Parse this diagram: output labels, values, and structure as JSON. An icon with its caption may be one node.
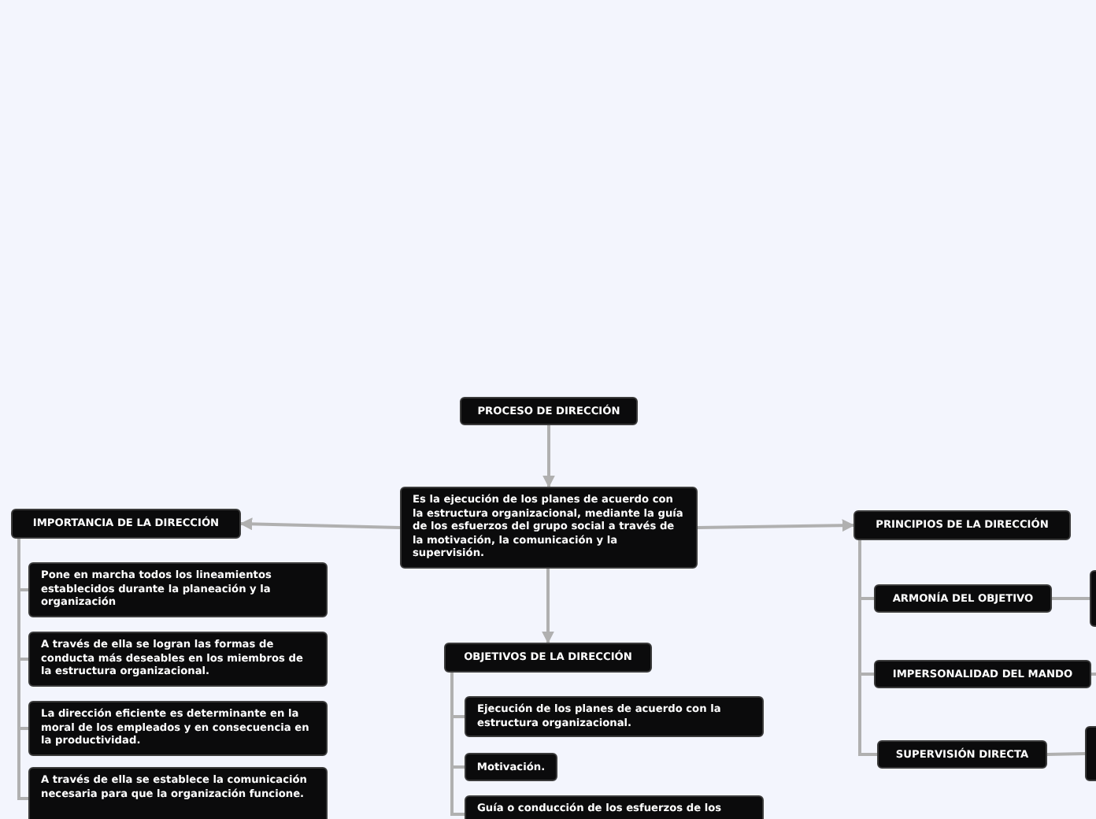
{
  "diagram": {
    "nodes": [
      {
        "text": [
          "PROCESO DE DIRECCIÓN"
        ]
      },
      {
        "text": [
          "Es la ejecución de los planes de acuerdo con la estructura organizacional, mediante la guía de los esfuerzos del grupo social a través de la motivación, la comunicación y la supervisión."
        ]
      },
      {
        "text": [
          "IMPORTANCIA DE LA DIRECCIÓN"
        ]
      },
      {
        "text": [
          "Pone en marcha todos los lineamientos establecidos durante la planeación y la organización"
        ]
      },
      {
        "text": [
          "A través de ella se logran las formas de conducta más deseables en los miembros de la estructura organizacional."
        ]
      },
      {
        "text": [
          "La dirección eficiente es determinante en la moral de los empleados y en consecuencia en la productividad."
        ]
      },
      {
        "text": [
          "A través de ella se establece la comunicación necesaria para que la organización funcione."
        ]
      },
      {
        "text": [
          "OBJETIVOS DE LA DIRECCIÓN"
        ]
      },
      {
        "text": [
          "Ejecución de los planes de acuerdo con la estructura organizacional."
        ]
      },
      {
        "text": [
          "Motivación."
        ]
      },
      {
        "text": [
          "Guía o conducción de los esfuerzos de los"
        ]
      },
      {
        "text": [
          "PRINCIPIOS DE LA DIRECCIÓN"
        ]
      },
      {
        "text": [
          "ARMONÍA DEL OBJETIVO"
        ]
      },
      {
        "text": [
          "IMPERSONALIDAD DEL MANDO"
        ]
      },
      {
        "text": [
          "SUPERVISIÓN DIRECTA"
        ]
      },
      {
        "text": [],
        "shape": "box"
      },
      {
        "text": [],
        "shape": "box"
      }
    ],
    "edges": [
      {
        "from": 0,
        "to": 1,
        "arrow": "to"
      },
      {
        "from": 1,
        "to": 2,
        "arrow": "to"
      },
      {
        "from": 1,
        "to": 7,
        "arrow": "to"
      },
      {
        "from": 1,
        "to": 11,
        "arrow": "to"
      },
      {
        "from": 2,
        "to": 3,
        "arrow": "none"
      },
      {
        "from": 2,
        "to": 4,
        "arrow": "none"
      },
      {
        "from": 2,
        "to": 5,
        "arrow": "none"
      },
      {
        "from": 2,
        "to": 6,
        "arrow": "none"
      },
      {
        "from": 7,
        "to": 8,
        "arrow": "none"
      },
      {
        "from": 7,
        "to": 9,
        "arrow": "none"
      },
      {
        "from": 7,
        "to": 10,
        "arrow": "none"
      },
      {
        "from": 11,
        "to": 12,
        "arrow": "none"
      },
      {
        "from": 11,
        "to": 13,
        "arrow": "none"
      },
      {
        "from": 11,
        "to": 14,
        "arrow": "none"
      },
      {
        "from": 12,
        "to": 15,
        "arrow": "none"
      },
      {
        "from": 14,
        "to": 16,
        "arrow": "none"
      },
      {
        "from": 13,
        "to": null,
        "arrow": "none"
      }
    ]
  }
}
